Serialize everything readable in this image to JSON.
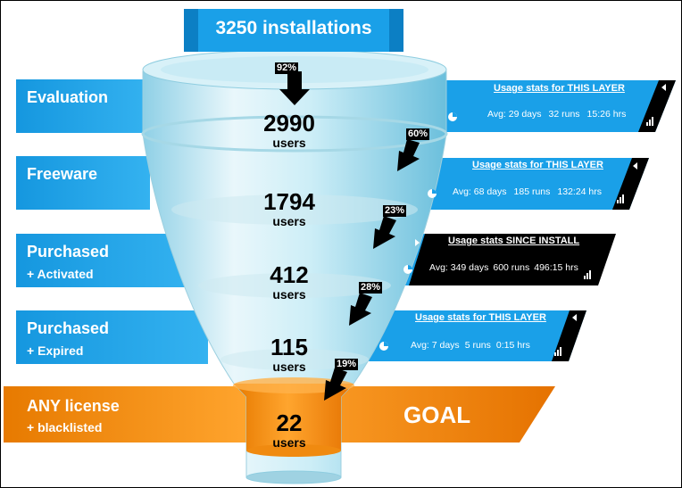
{
  "total": {
    "label": "3250 installations"
  },
  "stages": [
    {
      "title": "Evaluation",
      "subtitle": "",
      "count": "2990",
      "unit": "users",
      "drop": "92%",
      "stats": {
        "title": "Usage stats for THIS LAYER",
        "avg_days": "Avg: 29 days",
        "runs": "32 runs",
        "hrs": "15:26 hrs"
      }
    },
    {
      "title": "Freeware",
      "subtitle": "",
      "count": "1794",
      "unit": "users",
      "drop": "60%",
      "stats": {
        "title": "Usage stats for THIS LAYER",
        "avg_days": "Avg:  68 days",
        "runs": "185 runs",
        "hrs": "132:24 hrs"
      }
    },
    {
      "title": "Purchased",
      "subtitle": "+ Activated",
      "count": "412",
      "unit": "users",
      "drop": "23%",
      "stats": {
        "title": "Usage stats SINCE INSTALL",
        "avg_days": "Avg: 349 days",
        "runs": "600 runs",
        "hrs": "496:15 hrs"
      }
    },
    {
      "title": "Purchased",
      "subtitle": "+ Expired",
      "count": "115",
      "unit": "users",
      "drop": "28%",
      "stats": {
        "title": "Usage stats for THIS LAYER",
        "avg_days": "Avg:  7 days",
        "runs": "5 runs",
        "hrs": "0:15 hrs"
      }
    },
    {
      "title": "ANY license",
      "subtitle": "+ blacklisted",
      "count": "22",
      "unit": "users",
      "drop": "19%"
    }
  ],
  "goal": "GOAL",
  "colors": {
    "blue": "#1aa0e8",
    "orange": "#f28a0c",
    "dark": "#000000",
    "funnel": "#bfe6f2"
  }
}
